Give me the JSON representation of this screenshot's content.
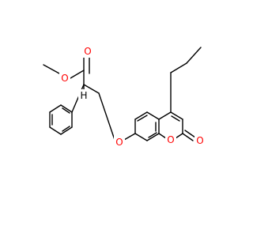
{
  "molecule": {
    "atom_labels": {
      "ester_carbonyl_O": "O",
      "ester_ether_O": "O",
      "aryl_ether_O": "O",
      "ring_O": "O",
      "lactone_carbonyl_O": "O",
      "alpha_H": "H"
    },
    "colors": {
      "bond": "#000000",
      "oxygen": "#ff0000",
      "hydrogen": "#000000",
      "background": "#ffffff"
    }
  }
}
